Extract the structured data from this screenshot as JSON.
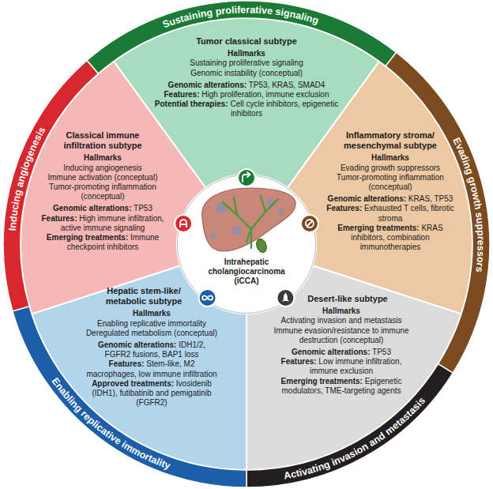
{
  "diagram": {
    "nodes": [
      {
        "text": [
          "Tumor classical subtype",
          "Hallmarks",
          "Sustaining proliferative signaling",
          "Genomic instability (conceptual)",
          "Genomic alterations: TP53, KRAS, SMAD4",
          "Features: High proliferation, immune exclusion",
          "Potential therapies: Cell cycle inhibitors, epigenetic inhibitors"
        ]
      },
      {
        "text": [
          "Inflammatory stroma/ mesenchymal subtype",
          "Hallmarks",
          "Evading growth suppressors",
          "Tumor-promoting inflammation (conceptual)",
          "Genomic alterations: KRAS, TP53",
          "Features: Exhausted T cells, fibrotic stroma",
          "Emerging treatments: KRAS inhibitors, combination immunotherapies"
        ]
      },
      {
        "text": [
          "Desert-like subtype",
          "Hallmarks",
          "Activating invasion and metastasis",
          "Immune evasion/resistance to immune destruction (conceptual)",
          "Genomic alterations: TP53",
          "Features: Low immune infiltration, immune exclusion",
          "Emerging treatments: Epigenetic modulators, TME-targeting agents"
        ]
      },
      {
        "text": [
          "Hepatic stem-like/ metabolic subtype",
          "Hallmarks",
          "Enabling replicative immortality",
          "Deregulated metabolism (conceptual)",
          "Genomic alterations: IDH1/2, FGFR2 fusions, BAP1 loss",
          "Features: Stem-like, M2 macrophages, low immune infiltration",
          "Approved treatments: Ivosidenib (IDH1), futibatinib and pemigatinib (FGFR2)"
        ]
      },
      {
        "text": [
          "Classical immune infiltration subtype",
          "Hallmarks",
          "Inducing angiogenesis",
          "Immune activation (conceptual)",
          "Tumor-promoting inflammation (conceptual)",
          "Genomic alterations: TP53",
          "Features: High immune infiltration, active immune signaling",
          "Emerging treatments: Immune checkpoint inhibitors"
        ]
      },
      {
        "text": [
          "Intrahepatic cholangiocarcinoma (iCCA)"
        ]
      },
      {
        "text": [
          "Sustaining proliferative signaling"
        ]
      },
      {
        "text": [
          "Evading growth suppressors"
        ]
      },
      {
        "text": [
          "Activating invasion and metastasis"
        ]
      },
      {
        "text": [
          "Enabling replicative immortality"
        ]
      },
      {
        "text": [
          "Inducing angiogenesis"
        ]
      }
    ]
  }
}
